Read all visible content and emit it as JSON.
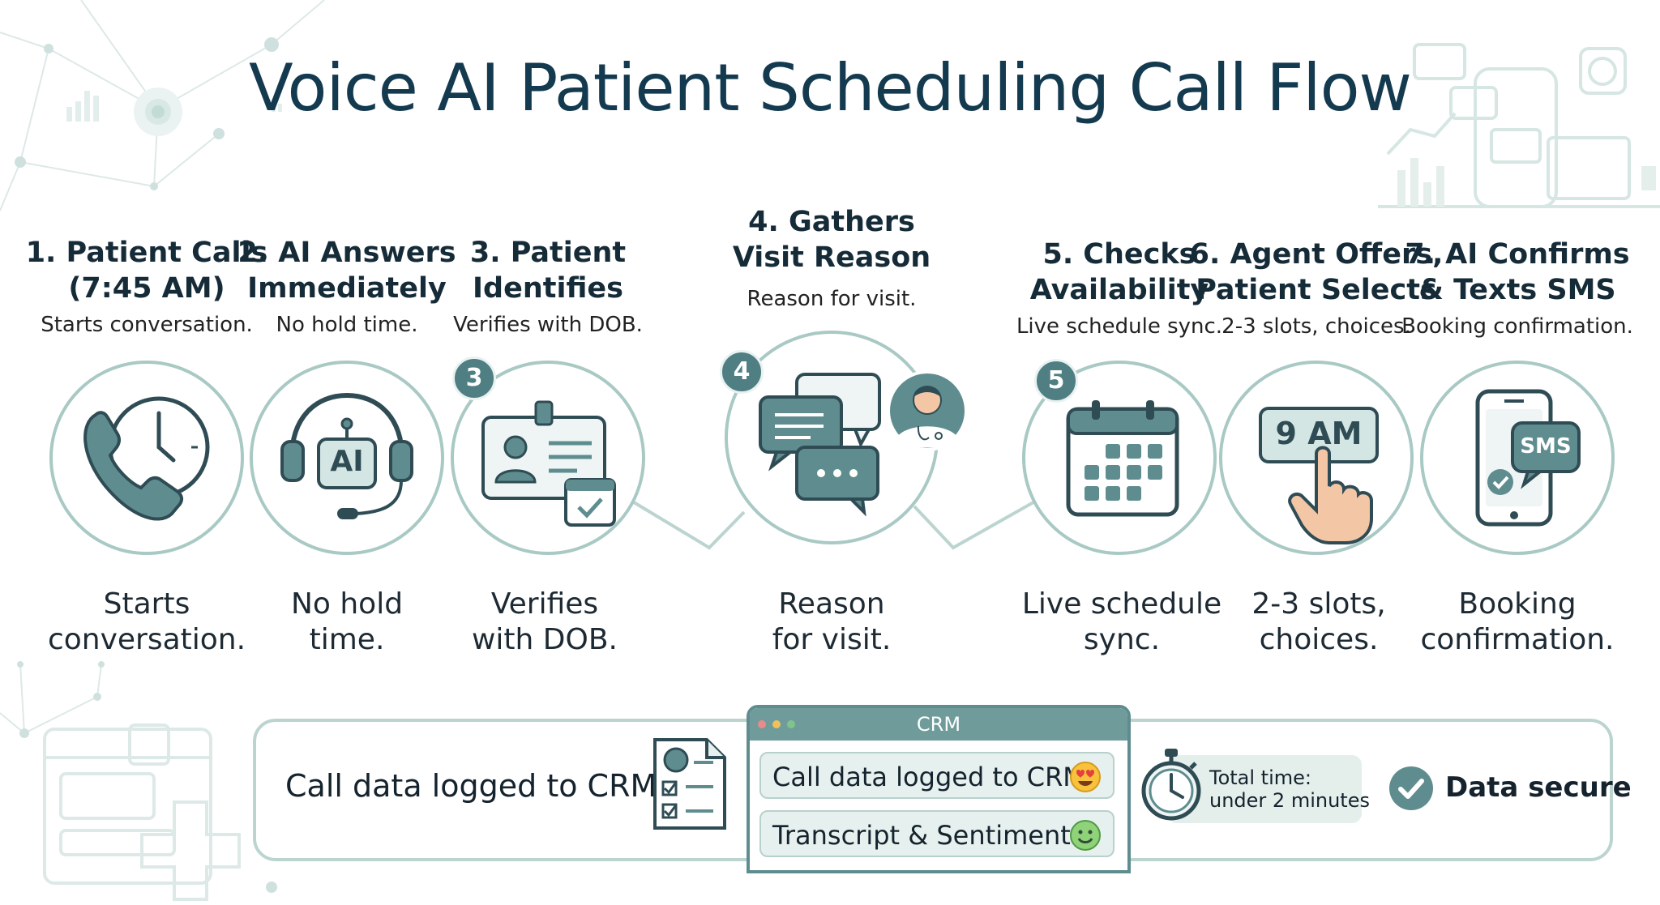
{
  "title": "Voice AI Patient Scheduling Call Flow",
  "colors": {
    "teal": "#5f8d8f",
    "teal_light": "#e6f0ee",
    "ring": "#bcd4d0",
    "title": "#143a4f",
    "skin": "#f3c6a5"
  },
  "steps": [
    {
      "head": [
        "1. Patient Calls",
        "(7:45 AM)"
      ],
      "sub": "Starts conversation.",
      "caption": [
        "Starts",
        "conversation."
      ],
      "icon": "phone-clock-icon"
    },
    {
      "head": [
        "2. AI Answers",
        "Immediately"
      ],
      "sub": "No hold time.",
      "caption": [
        "No hold",
        "time."
      ],
      "icon": "ai-headset-icon",
      "icon_text": "AI"
    },
    {
      "head": [
        "3. Patient",
        "Identifies"
      ],
      "sub": "Verifies with DOB.",
      "caption": [
        "Verifies",
        "with DOB."
      ],
      "icon": "id-card-calendar-icon",
      "badge": "3"
    },
    {
      "head": [
        "4. Gathers",
        "Visit Reason"
      ],
      "sub": "Reason for visit.",
      "caption": [
        "Reason",
        "for visit."
      ],
      "icon": "chat-bubbles-icon",
      "badge": "4"
    },
    {
      "head": [
        "5. Checks",
        "Availability"
      ],
      "sub": "Live schedule sync.",
      "caption": [
        "Live schedule",
        "sync."
      ],
      "icon": "calendar-icon",
      "badge": "5"
    },
    {
      "head": [
        "6. Agent Offers,",
        "Patient Selects"
      ],
      "sub": "2-3 slots, choices.",
      "caption": [
        "2-3 slots,",
        "choices."
      ],
      "icon": "time-slot-tap-icon",
      "icon_text": "9 AM"
    },
    {
      "head": [
        "7. AI Confirms",
        "& Texts SMS"
      ],
      "sub": "Booking confirmation.",
      "caption": [
        "Booking",
        "confirmation."
      ],
      "icon": "smartphone-sms-icon",
      "icon_text": "SMS"
    }
  ],
  "bottom": {
    "crm_label": "Call data logged to CRM",
    "crm_window_title": "CRM",
    "crm_rows": [
      "Call data logged to CRM",
      "Transcript & Sentiment"
    ],
    "time_lines": [
      "Total time:",
      "under 2 minutes"
    ],
    "secure_label": "Data secure"
  }
}
